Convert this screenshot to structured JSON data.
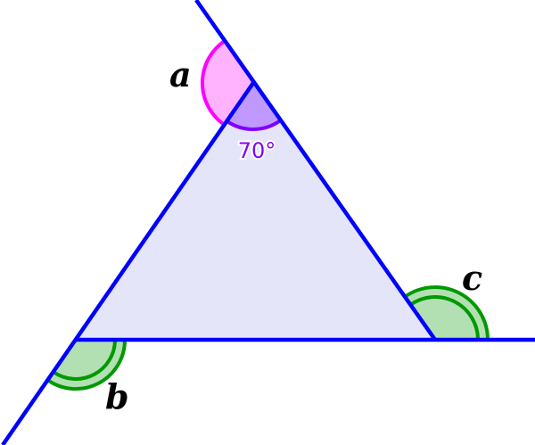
{
  "labels": {
    "a": "a",
    "b": "b",
    "c": "c",
    "given_angle": "70°"
  },
  "colors": {
    "lines": "#0000ff",
    "triangle_fill": "#e5e5fa",
    "angle_a_fill": "#ffb3ff",
    "angle_a_stroke": "#ff00ff",
    "given_angle_fill": "#bf99ff",
    "given_angle_stroke": "#8000ff",
    "angle_bc_fill": "#b3e0b3",
    "angle_bc_stroke": "#009900"
  }
}
